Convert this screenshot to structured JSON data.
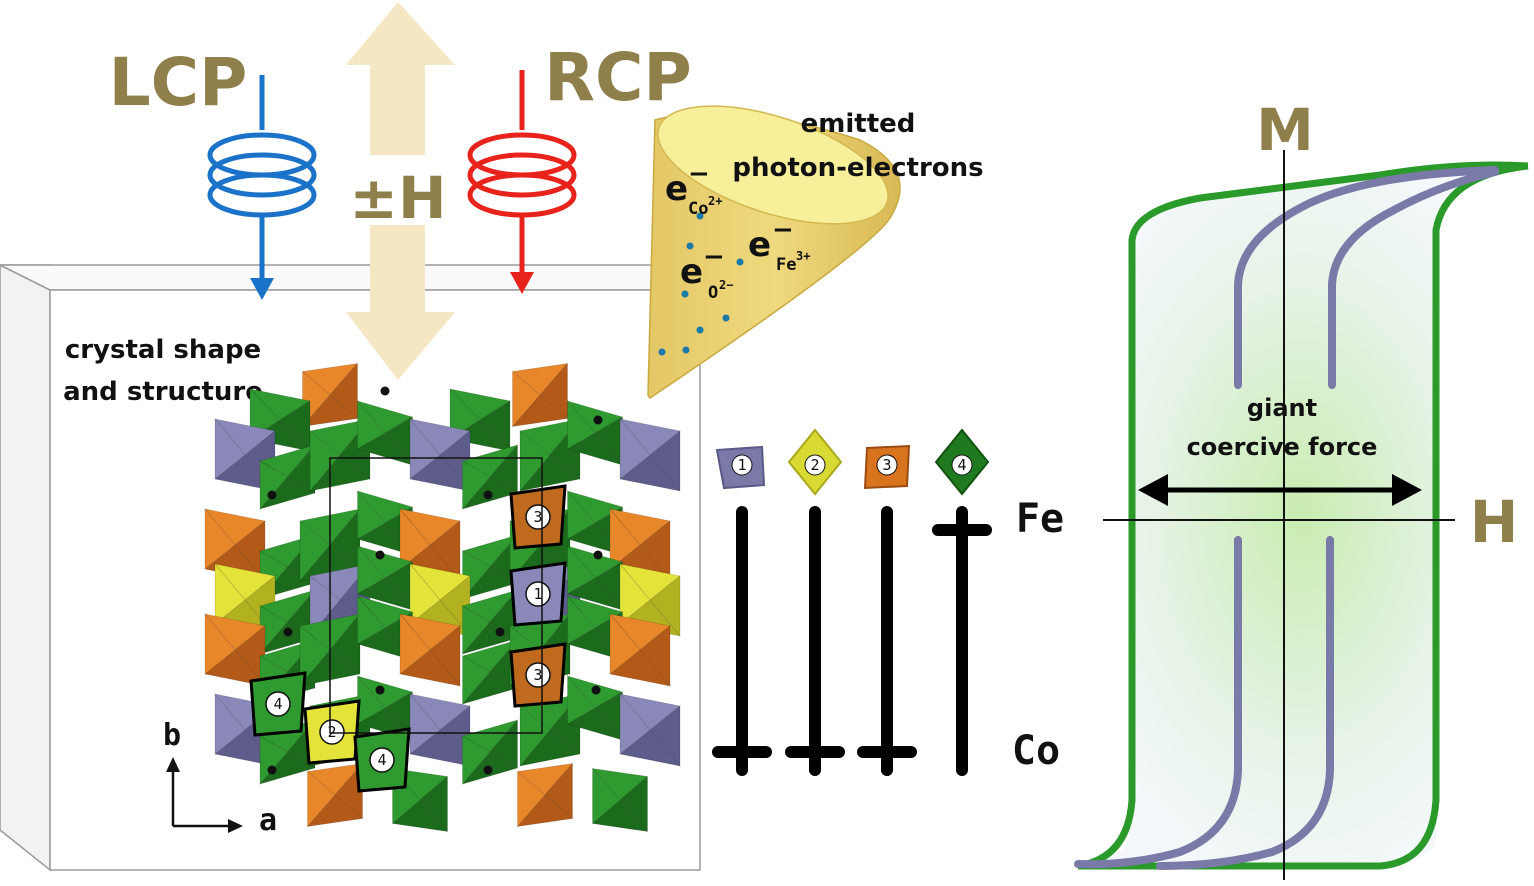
{
  "title": "Circularly polarized photoemission on a magnetic crystal with giant coercive force",
  "beams": {
    "lcp": {
      "label": "LCP",
      "color": "#1a73c9"
    },
    "rcp": {
      "label": "RCP",
      "color": "#e8231c"
    },
    "field": {
      "label": "±H",
      "color": "#f5e6c4"
    }
  },
  "cone": {
    "label_line1": "emitted",
    "label_line2": "photon-electrons",
    "electrons": [
      {
        "symbol": "e",
        "charge": "−",
        "ion": "Co",
        "ion_charge": "2+"
      },
      {
        "symbol": "e",
        "charge": "−",
        "ion": "Fe",
        "ion_charge": "3+"
      },
      {
        "symbol": "e",
        "charge": "−",
        "ion": "O",
        "ion_charge": "2−"
      }
    ]
  },
  "crystal": {
    "label_line1": "crystal shape",
    "label_line2": "and structure",
    "axis_b": "b",
    "axis_a": "a",
    "site_markers": [
      "3",
      "1",
      "3",
      "4",
      "2",
      "4"
    ]
  },
  "sites_legend": {
    "items": [
      {
        "num": "1",
        "color": "#7b79a8",
        "spin": "down"
      },
      {
        "num": "2",
        "color": "#d9d934",
        "spin": "down"
      },
      {
        "num": "3",
        "color": "#d8731e",
        "spin": "down"
      },
      {
        "num": "4",
        "color": "#1f7a1f",
        "spin": "up"
      }
    ],
    "top_label": "Fe",
    "bottom_label": "Co"
  },
  "hysteresis": {
    "axis_m": "M",
    "axis_h": "H",
    "label_line1": "giant",
    "label_line2": "coercive force",
    "outer_color": "#2a9a2a",
    "inner_color": "#7a7aa8"
  }
}
